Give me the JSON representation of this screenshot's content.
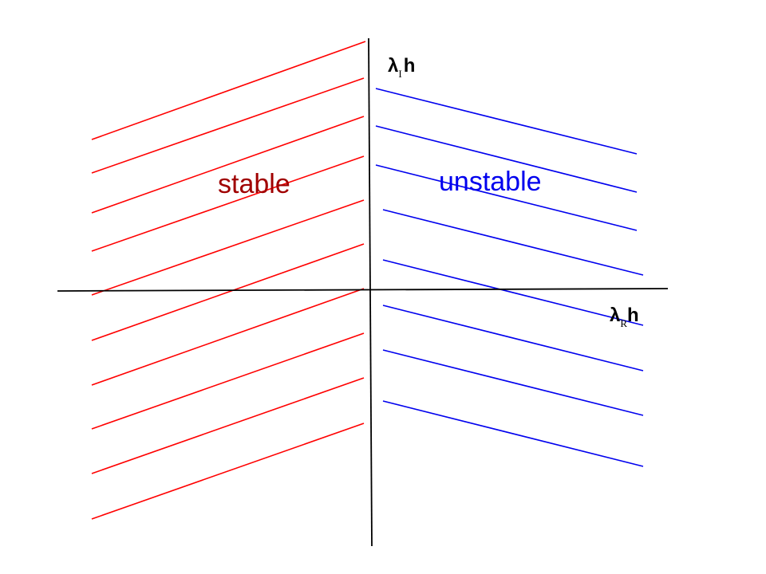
{
  "colors": {
    "stable_hatch": "#ff0000",
    "unstable_hatch": "#0000ee",
    "stable_text": "#a00000",
    "unstable_text": "#0000ee",
    "axis": "#000000"
  },
  "labels": {
    "stable": "stable",
    "unstable": "unstable",
    "y_axis_symbol": "λ",
    "y_axis_subscript": "I",
    "y_axis_suffix": "h",
    "x_axis_symbol": "λ",
    "x_axis_subscript": "R",
    "x_axis_suffix": "h"
  }
}
